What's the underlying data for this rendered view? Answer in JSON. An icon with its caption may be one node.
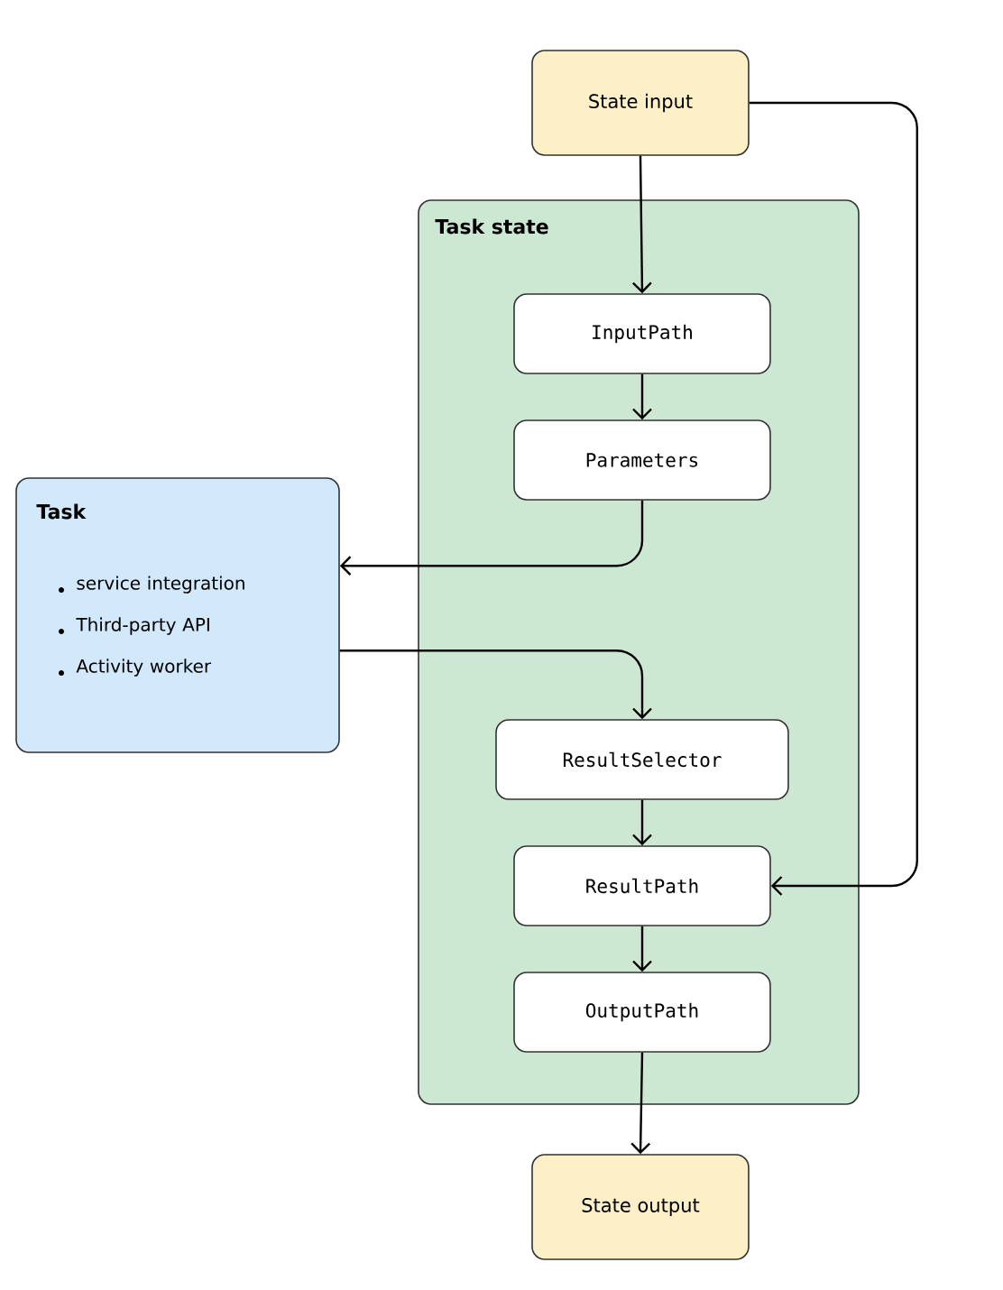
{
  "diagram": {
    "nodes": [
      {
        "text": [
          "State input"
        ]
      },
      {
        "text": [
          "Task state"
        ]
      },
      {
        "text": [
          "InputPath"
        ],
        "in": 1
      },
      {
        "text": [
          "Parameters"
        ],
        "in": 1
      },
      {
        "text": [
          "Task",
          "service integration",
          "Third-party API",
          "Activity worker"
        ]
      },
      {
        "text": [
          "ResultSelector"
        ],
        "in": 1
      },
      {
        "text": [
          "ResultPath"
        ],
        "in": 1
      },
      {
        "text": [
          "OutputPath"
        ],
        "in": 1
      },
      {
        "text": [
          "State output"
        ]
      }
    ],
    "edges": [
      {
        "from": 0,
        "to": 2,
        "arrow": "to"
      },
      {
        "from": 2,
        "to": 3,
        "arrow": "to"
      },
      {
        "from": 3,
        "to": 4,
        "arrow": "to"
      },
      {
        "from": 4,
        "to": 5,
        "arrow": "to"
      },
      {
        "from": 5,
        "to": 6,
        "arrow": "to"
      },
      {
        "from": 0,
        "to": 6,
        "arrow": "to"
      },
      {
        "from": 6,
        "to": 7,
        "arrow": "to"
      },
      {
        "from": 7,
        "to": 8,
        "arrow": "to"
      }
    ]
  }
}
